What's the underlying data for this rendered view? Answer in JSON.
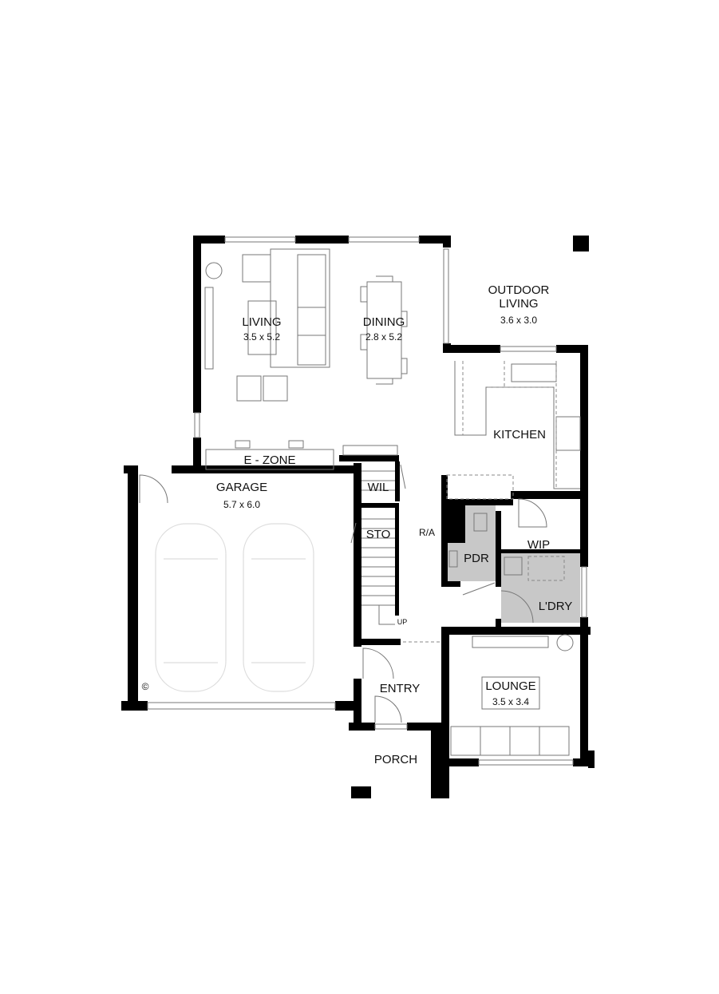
{
  "plan": {
    "rooms": {
      "outdoor_living": {
        "name_line1": "OUTDOOR",
        "name_line2": "LIVING",
        "size": "3.6 x 3.0"
      },
      "living": {
        "name": "LIVING",
        "size": "3.5 x 5.2"
      },
      "dining": {
        "name": "DINING",
        "size": "2.8 x 5.2"
      },
      "kitchen": {
        "name": "KITCHEN"
      },
      "e_zone": {
        "name": "E - ZONE"
      },
      "garage": {
        "name": "GARAGE",
        "size": "5.7 x 6.0"
      },
      "wil": {
        "name": "WIL"
      },
      "sto": {
        "name": "STO"
      },
      "pdr": {
        "name": "PDR"
      },
      "wip": {
        "name": "WIP"
      },
      "laundry": {
        "name": "L'DRY"
      },
      "entry": {
        "name": "ENTRY"
      },
      "lounge": {
        "name": "LOUNGE",
        "size": "3.5 x 3.4"
      },
      "porch": {
        "name": "PORCH"
      }
    },
    "annotations": {
      "ra": "R/A",
      "stairs_up": "UP",
      "copyright": "©"
    },
    "colors": {
      "wall": "#000000",
      "wet_area": "#c8c8c8"
    }
  }
}
